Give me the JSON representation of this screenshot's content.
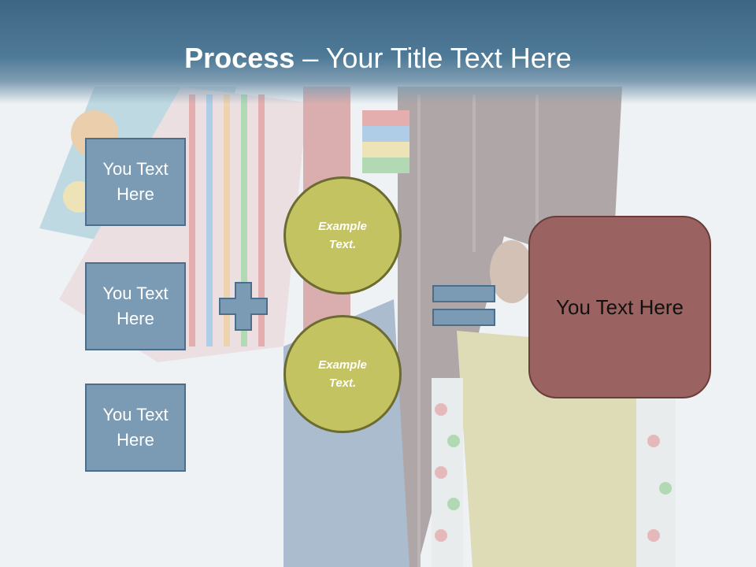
{
  "slide": {
    "title_bold": "Process",
    "title_rest": " – Your Title Text Here",
    "boxes": [
      "You Text Here",
      "You Text Here",
      "You Text Here"
    ],
    "circles": [
      "Example Text.",
      "Example Text."
    ],
    "result": "You Text Here"
  },
  "colors": {
    "header": "#3d6684",
    "box_fill": "#7b9bb4",
    "circle_fill": "#c3c362",
    "result_fill": "#9a6260"
  }
}
